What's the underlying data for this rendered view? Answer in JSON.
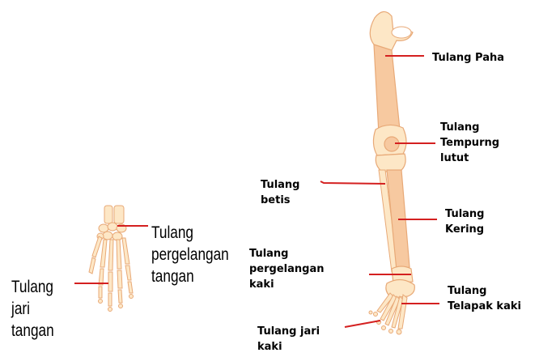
{
  "diagram": {
    "colors": {
      "bone_fill": "#f7c9a0",
      "bone_light": "#fde7c6",
      "bone_outline": "#e8a977",
      "pointer": "#d42020"
    },
    "labels": {
      "femur": "Tulang Paha",
      "patella": "Tulang\nTempurng\nlutut",
      "fibula": "Tulang\nbetis",
      "tibia": "Tulang\nKering",
      "tarsal": "Tulang\npergelangan\nkaki",
      "metatarsal": "Tulang\nTelapak kaki",
      "toe": "Tulang jari\nkaki",
      "carpal": "Tulang\npergelangan\ntangan",
      "finger": "Tulang\njari\ntangan"
    }
  }
}
